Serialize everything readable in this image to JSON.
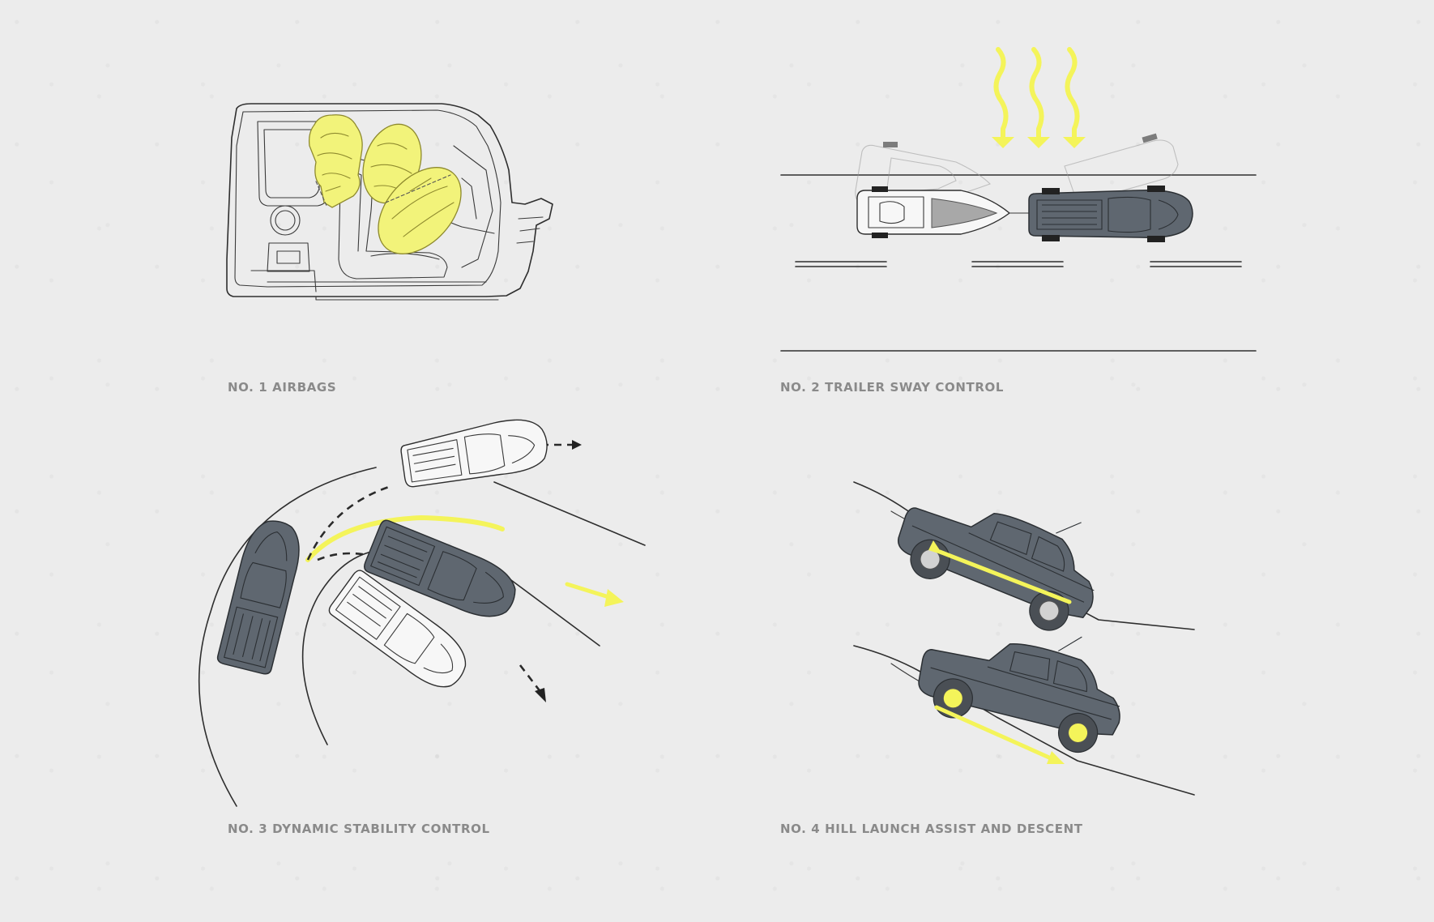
{
  "panels": [
    {
      "caption": "NO. 1 AIRBAGS"
    },
    {
      "caption": "NO. 2 TRAILER SWAY CONTROL"
    },
    {
      "caption": "NO. 3 DYNAMIC STABILITY CONTROL"
    },
    {
      "caption": "NO. 4 HILL LAUNCH ASSIST AND DESCENT"
    }
  ],
  "colors": {
    "background": "#ececec",
    "highlight_yellow": "#f4f45a",
    "truck_gray": "#5f6770",
    "caption_gray": "#8a8a8a"
  },
  "icons": [
    "cab-interior-icon",
    "airbag-icon",
    "boat-trailer-icon",
    "pickup-truck-icon",
    "wind-arrow-icon",
    "road-icon",
    "dashed-path-arrow-icon",
    "slope-icon"
  ]
}
